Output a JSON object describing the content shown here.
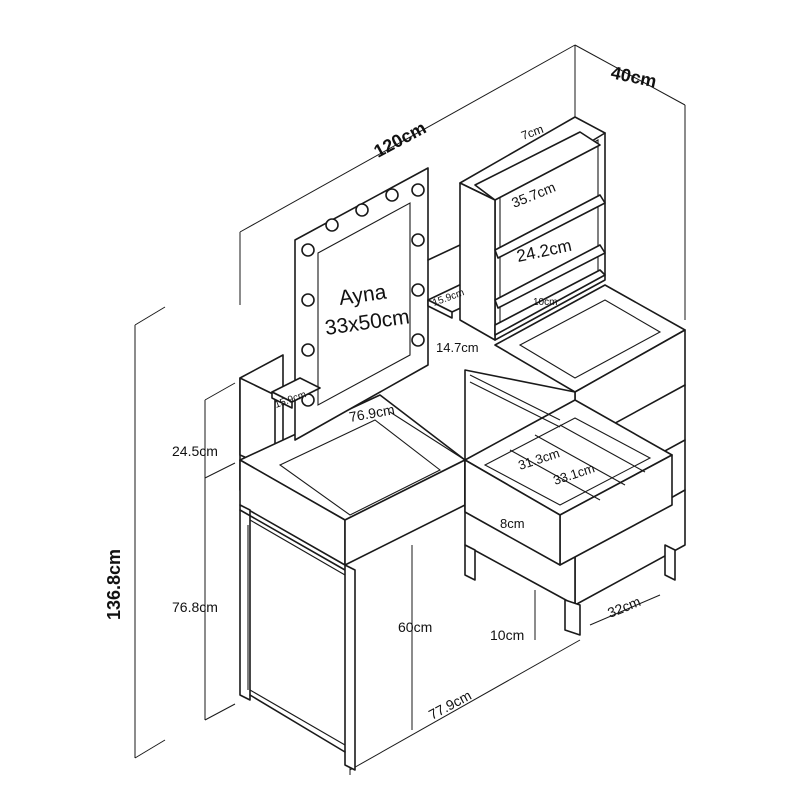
{
  "dimensions": {
    "depth": "40cm",
    "width": "120cm",
    "total_height": "136.8cm",
    "desk_height": "76.8cm",
    "upper_height": "24.5cm",
    "leg_height": "60cm",
    "cabinet_leg": "10cm",
    "cabinet_depth": "32cm",
    "desk_width": "77.9cm",
    "top_width": "76.9cm",
    "small_shelf_left": "15.9cm",
    "small_shelf_right": "15.9cm",
    "shelf_gap": "14.7cm",
    "shelf_top": "7cm",
    "shelf_width": "35.7cm",
    "shelf_middle": "24.2cm",
    "shelf_bottom": "10cm",
    "drawer_a": "31.3cm",
    "drawer_b": "33.1cm",
    "drawer_height": "8cm"
  },
  "mirror": {
    "line1": "Ayna",
    "line2": "33x50cm"
  }
}
